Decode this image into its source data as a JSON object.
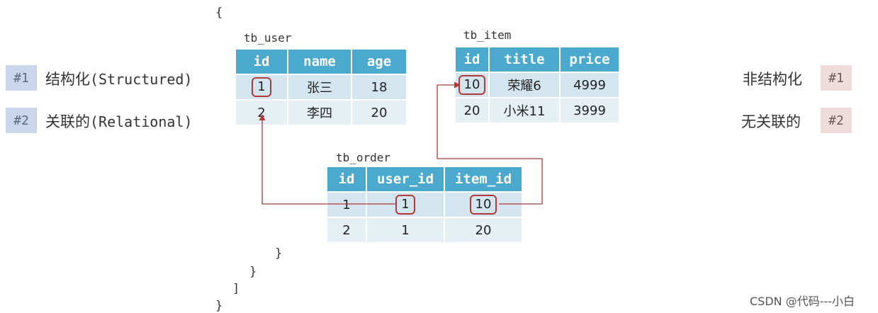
{
  "left_labels": [
    {
      "badge": "#1",
      "cn": "结构化",
      "en": "(Structured)"
    },
    {
      "badge": "#2",
      "cn": "关联的",
      "en": "(Relational)"
    }
  ],
  "right_labels": [
    {
      "text": "非结构化",
      "badge": "#1"
    },
    {
      "text": "无关联的",
      "badge": "#2"
    }
  ],
  "braces": [
    "{",
    "}",
    "}",
    "]",
    "}"
  ],
  "tb_user": {
    "name": "tb_user",
    "headers": [
      "id",
      "name",
      "age"
    ],
    "rows": [
      [
        "1",
        "张三",
        "18"
      ],
      [
        "2",
        "李四",
        "20"
      ]
    ]
  },
  "tb_item": {
    "name": "tb_item",
    "headers": [
      "id",
      "title",
      "price"
    ],
    "rows": [
      [
        "10",
        "荣耀6",
        "4999"
      ],
      [
        "20",
        "小米11",
        "3999"
      ]
    ]
  },
  "tb_order": {
    "name": "tb_order",
    "headers": [
      "id",
      "user_id",
      "item_id"
    ],
    "rows": [
      [
        "1",
        "1",
        "10"
      ],
      [
        "2",
        "1",
        "20"
      ]
    ]
  },
  "colors": {
    "header": "#4aa9cc",
    "row1": "#d3e6ef",
    "row2": "#e6eff4",
    "arrow": "#b03a3a"
  },
  "watermark": "CSDN @代码---小白"
}
